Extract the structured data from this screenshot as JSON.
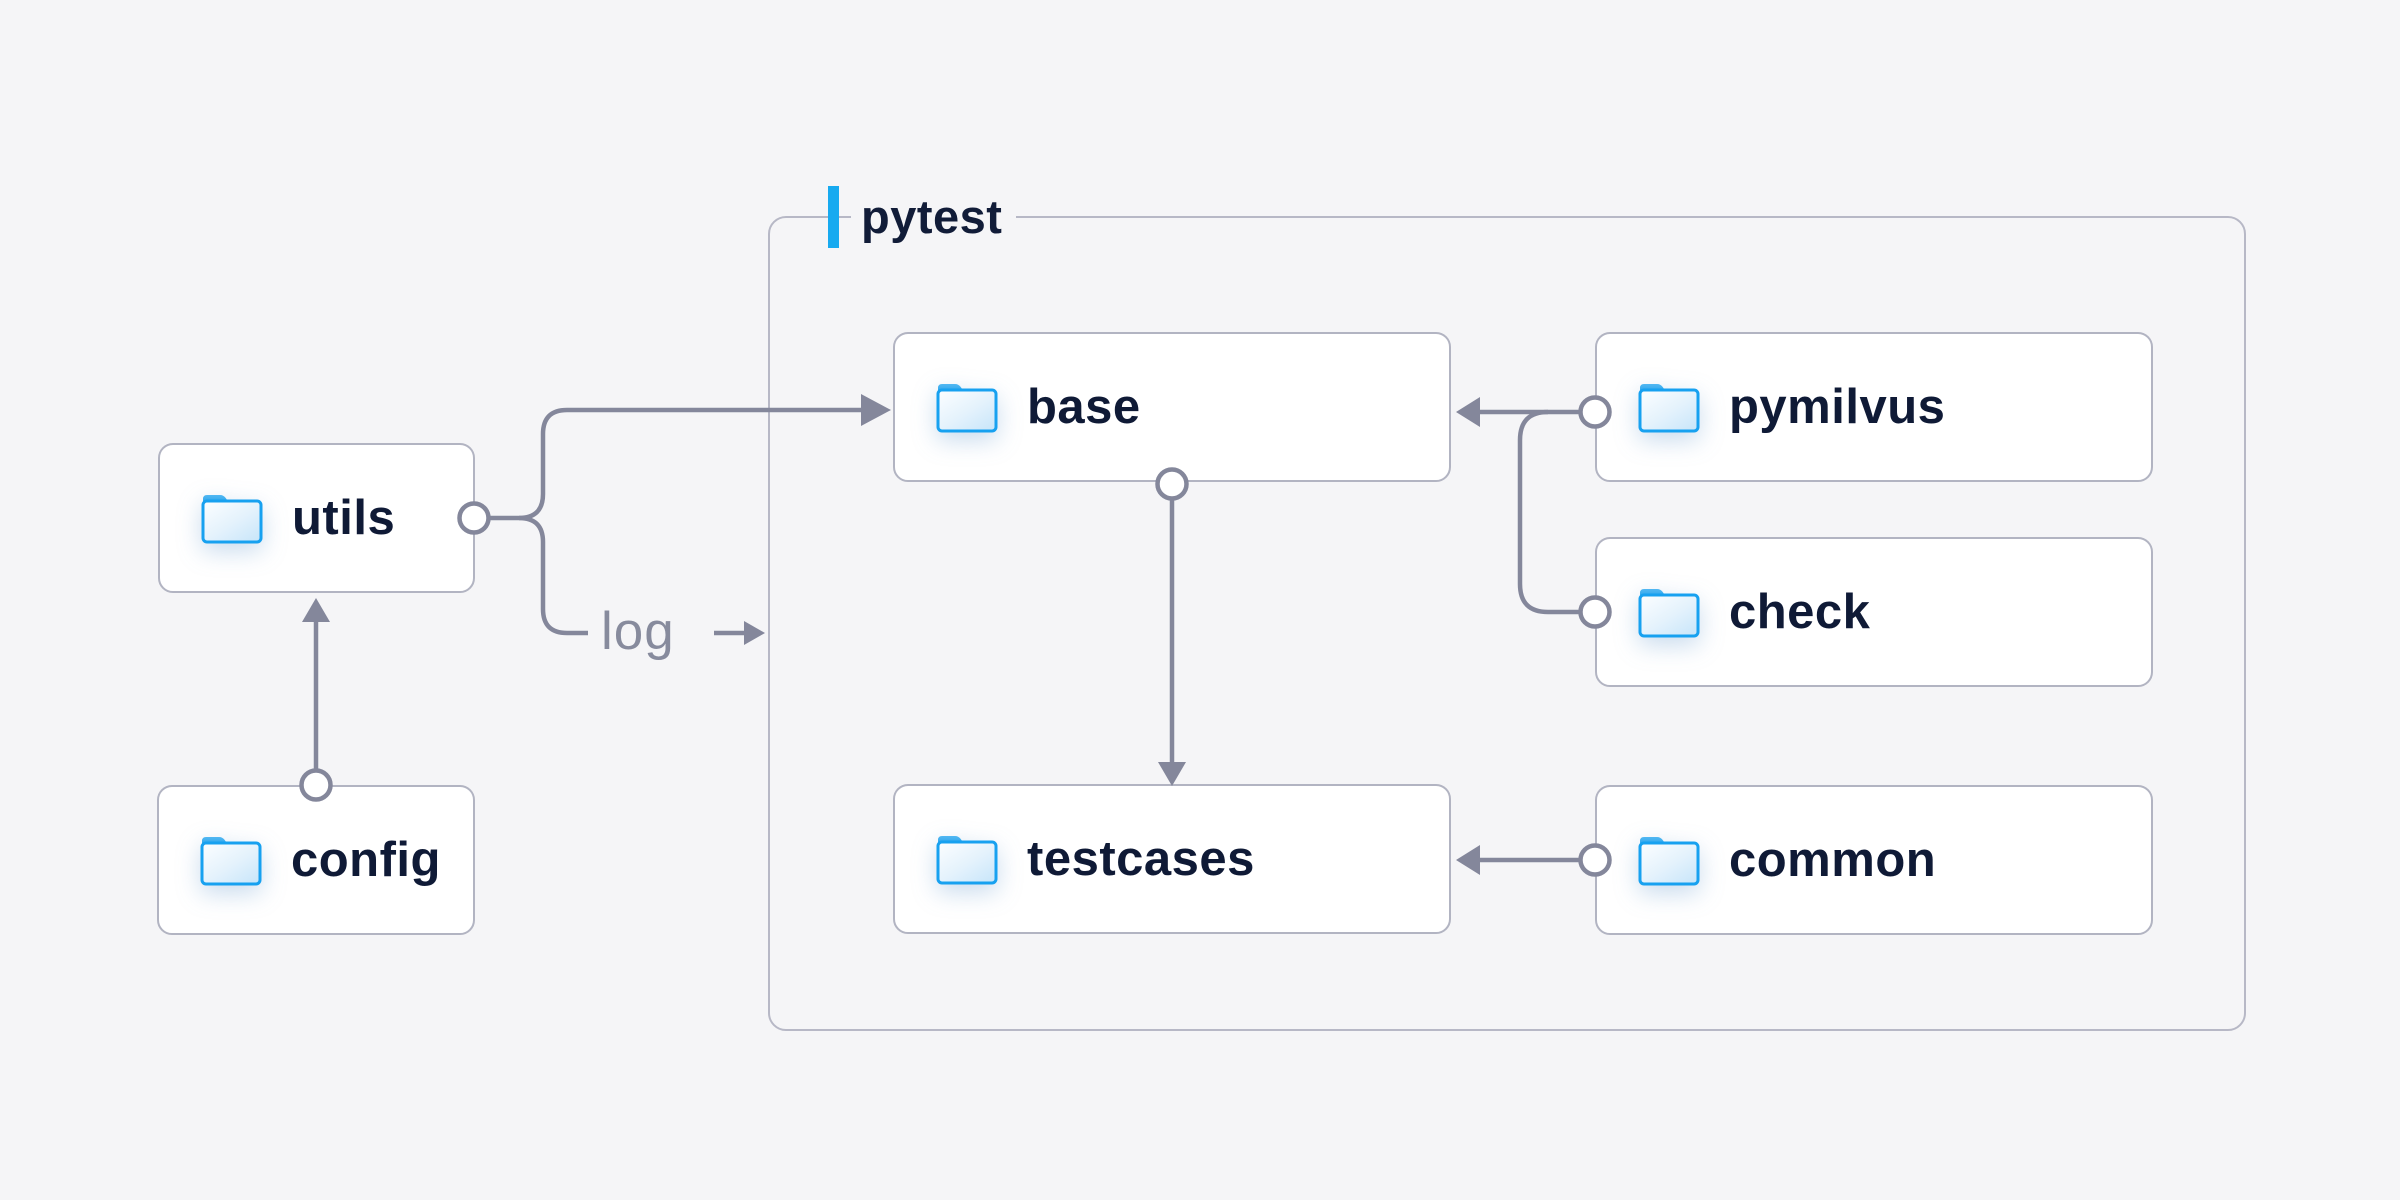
{
  "canvas": {
    "background": "#f5f5f7",
    "line_color": "#84879b",
    "node_border_color": "#b2b4c2",
    "node_text_color": "#0f1a36",
    "accent_blue": "#17aaf0",
    "folder_blue": "#17a1f0"
  },
  "container": {
    "label": "pytest"
  },
  "nodes": [
    {
      "id": "utils",
      "label": "utils",
      "icon": "folder-icon"
    },
    {
      "id": "config",
      "label": "config",
      "icon": "folder-icon"
    },
    {
      "id": "base",
      "label": "base",
      "icon": "folder-icon"
    },
    {
      "id": "pymilvus",
      "label": "pymilvus",
      "icon": "folder-icon"
    },
    {
      "id": "check",
      "label": "check",
      "icon": "folder-icon"
    },
    {
      "id": "testcases",
      "label": "testcases",
      "icon": "folder-icon"
    },
    {
      "id": "common",
      "label": "common",
      "icon": "folder-icon"
    }
  ],
  "edges": [
    {
      "from": "utils",
      "to": "base",
      "style": "arrow"
    },
    {
      "from": "utils",
      "to": "pytest",
      "style": "arrow",
      "label": "log"
    },
    {
      "from": "config",
      "to": "utils",
      "style": "arrow"
    },
    {
      "from": "base",
      "to": "testcases",
      "style": "arrow"
    },
    {
      "from": "pymilvus",
      "to": "base",
      "style": "arrow"
    },
    {
      "from": "check",
      "to": "base",
      "style": "arrow"
    },
    {
      "from": "common",
      "to": "testcases",
      "style": "arrow"
    }
  ],
  "labels": {
    "log": "log"
  }
}
